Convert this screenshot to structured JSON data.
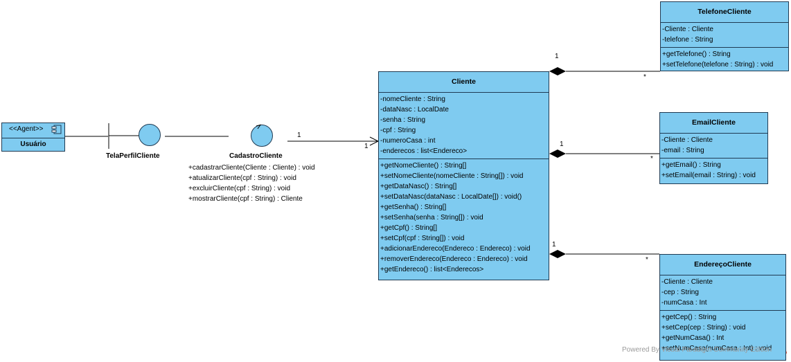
{
  "agent": {
    "stereotype": "<<Agent>>",
    "name": "Usuário"
  },
  "boundary": {
    "name": "TelaPerfilCliente"
  },
  "control": {
    "name": "CadastroCliente",
    "operations": [
      "+cadastrarCliente(Cliente : Cliente) : void",
      "+atualizarCliente(cpf : String) : void",
      "+excluirCliente(cpf : String) : void",
      "+mostrarCliente(cpf : String) : Cliente"
    ]
  },
  "classes": {
    "cliente": {
      "name": "Cliente",
      "attributes": [
        "-nomeCliente : String",
        "-dataNasc : LocalDate",
        "-senha : String",
        "-cpf : String",
        "-numeroCasa : int",
        "-enderecos : list<Endereco>"
      ],
      "operations": [
        "+getNomeCliente() : String[]",
        "+setNomeCliente(nomeCliente : String[]) : void",
        "+getDataNasc() : String[]",
        "+setDataNasc(dataNasc : LocalDate[]) : void()",
        "+getSenha() : String[]",
        "+setSenha(senha : String[]) : void",
        "+getCpf() : String[]",
        "+setCpf(cpf : String[]) : void",
        "+adicionarEndereco(Endereco : Endereco) : void",
        "+removerEndereco(Endereco : Endereco) : void",
        "+getEndereco() : list<Enderecos>"
      ]
    },
    "telefone": {
      "name": "TelefoneCliente",
      "attributes": [
        "-Cliente : Cliente",
        "-telefone : String"
      ],
      "operations": [
        "+getTelefone() : String",
        "+setTelefone(telefone : String) : void"
      ]
    },
    "email": {
      "name": "EmailCliente",
      "attributes": [
        "-Cliente : Cliente",
        "-email : String"
      ],
      "operations": [
        "+getEmail() : String",
        "+setEmail(email : String) : void"
      ]
    },
    "endereco": {
      "name": "EndereçoCliente",
      "attributes": [
        "-Cliente : Cliente",
        "-cep : String",
        "-numCasa : Int"
      ],
      "operations": [
        "+getCep() : String",
        "+setCep(cep : String) : void",
        "+getNumCasa() : Int",
        "+setNumCasa(numCasa : Int) : void"
      ]
    }
  },
  "multiplicities": {
    "control_source": "1",
    "control_target": "1",
    "telefone_whole": "1",
    "telefone_part": "*",
    "email_whole": "1",
    "email_part": "*",
    "endereco_whole": "1",
    "endereco_part": "*"
  },
  "watermark": "Powered By  Visual Paradigm Community Edition",
  "colors": {
    "fill": "#7fcbf0",
    "stroke": "#1f3a52"
  }
}
